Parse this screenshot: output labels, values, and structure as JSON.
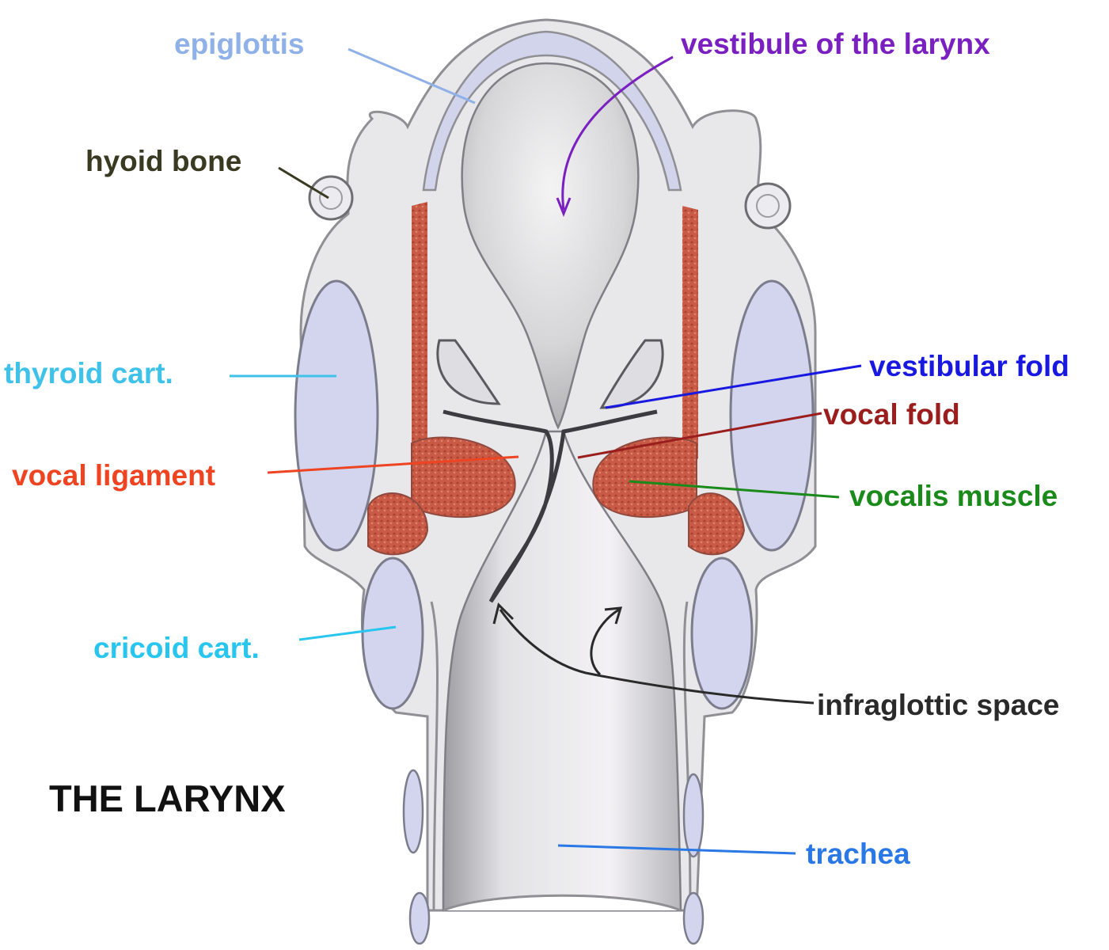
{
  "title": "THE LARYNX",
  "labels": {
    "epiglottis": {
      "text": "epiglottis",
      "color": "#8fb1e8"
    },
    "vestibule": {
      "text": "vestibule of the larynx",
      "color": "#7a1fc0"
    },
    "hyoid": {
      "text": "hyoid bone",
      "color": "#3a3a22"
    },
    "thyroid": {
      "text": "thyroid cart.",
      "color": "#3fc2ea"
    },
    "vestibular_fold": {
      "text": "vestibular fold",
      "color": "#1818e0"
    },
    "vocal_fold": {
      "text": "vocal fold",
      "color": "#9a1e1e"
    },
    "vocal_ligament": {
      "text": "vocal ligament",
      "color": "#ee4422"
    },
    "vocalis": {
      "text": "vocalis muscle",
      "color": "#1a8a1a"
    },
    "cricoid": {
      "text": "cricoid cart.",
      "color": "#28c6ee"
    },
    "infraglottic": {
      "text": "infraglottic space",
      "color": "#2a2a2a"
    },
    "trachea": {
      "text": "trachea",
      "color": "#2a78e6"
    }
  },
  "colors": {
    "tissue": "#e9e8ea",
    "cartilage": "#d3d5ee",
    "muscle": "#c0584a",
    "lumen": "#cfcfd0"
  }
}
